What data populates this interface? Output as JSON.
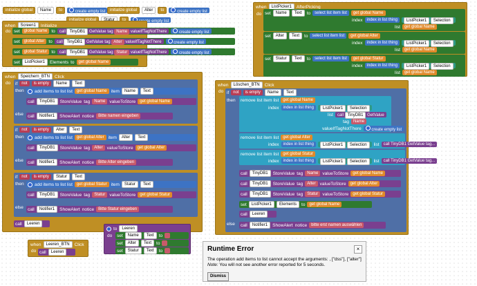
{
  "globals": [
    {
      "kw": "initialize global",
      "name": "Name",
      "to": "to",
      "val": "create empty list"
    },
    {
      "kw": "initialize global",
      "name": "Alter",
      "to": "to",
      "val": "create empty list"
    },
    {
      "kw": "initialize global",
      "name": "Statur",
      "to": "to",
      "val": "create empty list"
    }
  ],
  "screen_init": {
    "when": "when",
    "comp": "Screen1",
    "evt": "Initialize",
    "do": "do",
    "rows": [
      {
        "set": "set",
        "var": "global Name",
        "to": "to",
        "call": "call",
        "db": "TinyDB1",
        "m": "GetValue",
        "tag": "tag",
        "tagval": "Name",
        "vit": "valueIfTagNotThere",
        "v": "create empty list"
      },
      {
        "set": "set",
        "var": "global Alter",
        "to": "to",
        "call": "call",
        "db": "TinyDB1",
        "m": "GetValue",
        "tag": "tag",
        "tagval": "Alter",
        "vit": "valueIfTagNotThere",
        "v": "create empty list"
      },
      {
        "set": "set",
        "var": "global Statur",
        "to": "to",
        "call": "call",
        "db": "TinyDB1",
        "m": "GetValue",
        "tag": "tag",
        "tagval": "Statur",
        "vit": "valueIfTagNotThere",
        "v": "create empty list"
      }
    ],
    "last": {
      "set": "set",
      "comp": "ListPicker1",
      "prop": "Elements",
      "to": "to",
      "get": "get",
      "var": "global Name"
    }
  },
  "picker": {
    "when": "when",
    "comp": "ListPicker1",
    "evt": "AfterPicking",
    "do": "do",
    "rows": [
      {
        "set": "set",
        "var": "Name",
        "prop": "Text",
        "to": "to",
        "sel": "select list item list",
        "get": "get",
        "gvar": "global Name",
        "index": "index",
        "iil": "index in list thing",
        "lp": "ListPicker1",
        "lpprop": "Selection",
        "list": "list",
        "lvar": "global Name"
      },
      {
        "set": "set",
        "var": "Alter",
        "prop": "Text",
        "to": "to",
        "sel": "select list item list",
        "get": "get",
        "gvar": "global Alter",
        "index": "index",
        "iil": "index in list thing",
        "lp": "ListPicker1",
        "lpprop": "Selection",
        "list": "list",
        "lvar": "global Name"
      },
      {
        "set": "set",
        "var": "Statur",
        "prop": "Text",
        "to": "to",
        "sel": "select list item list",
        "get": "get",
        "gvar": "global Statur",
        "index": "index",
        "iil": "index in list thing",
        "lp": "ListPicker1",
        "lpprop": "Selection",
        "list": "list",
        "lvar": "global Name"
      }
    ]
  },
  "speichern": {
    "when": "when",
    "comp": "Speichern_BTN",
    "evt": "Click",
    "do": "do",
    "sections": [
      {
        "if": "if",
        "not": "not",
        "empty": "is empty",
        "f": "Name",
        "fp": "Text",
        "then": "then",
        "add": "add items to list list",
        "get": "get",
        "gv": "global Name",
        "item": "item",
        "call": "call",
        "db": "TinyDB1",
        "sv": "StoreValue",
        "tag": "tag",
        "tv": "Name",
        "vts": "valueToStore",
        "else": "else",
        "notifier": "Notifier1",
        "alert": "ShowAlert",
        "notice": "notice",
        "msg": "Bitte namen eingeben"
      },
      {
        "if": "if",
        "not": "not",
        "empty": "is empty",
        "f": "Alter",
        "fp": "Text",
        "then": "then",
        "add": "add items to list list",
        "get": "get",
        "gv": "global Alter",
        "item": "item",
        "call": "call",
        "db": "TinyDB1",
        "sv": "StoreValue",
        "tag": "tag",
        "tv": "Alter",
        "vts": "valueToStore",
        "else": "else",
        "notifier": "Notifier1",
        "alert": "ShowAlert",
        "notice": "notice",
        "msg": "Bitte Alter eingeben"
      },
      {
        "if": "if",
        "not": "not",
        "empty": "is empty",
        "f": "Statur",
        "fp": "Text",
        "then": "then",
        "add": "add items to list list",
        "get": "get",
        "gv": "global Statur",
        "item": "item",
        "call": "call",
        "db": "TinyDB1",
        "sv": "StoreValue",
        "tag": "tag",
        "tv": "Statur",
        "vts": "valueToStore",
        "else": "else",
        "notifier": "Notifier1",
        "alert": "ShowAlert",
        "notice": "notice",
        "msg": "Bitte Statur eingeben"
      }
    ],
    "final": {
      "call": "call",
      "proc": "Leeren"
    }
  },
  "loeschen": {
    "when": "when",
    "comp": "Löschen_BTN",
    "evt": "Click",
    "do": "do",
    "if": "if",
    "not": "not",
    "empty": "is empty",
    "f": "Name",
    "fp": "Text",
    "then": "then",
    "remove": "remove list item list",
    "get": "get",
    "index": "index",
    "iil": "index in list thing",
    "list": "list",
    "lp": "ListPicker1",
    "lpprop": "Selection",
    "call": "call",
    "db": "TinyDB1",
    "gv": "GetValue",
    "tag": "tag",
    "vit": "valueIfTagNotThere",
    "cel": "create empty list",
    "gvdots": "TinyDB1 GetValue tag...",
    "vars": [
      "global Name",
      "global Alter",
      "global Statur"
    ],
    "tags": [
      "Name",
      "Alter",
      "Statur"
    ],
    "sv": "StoreValue",
    "vts": "valueToStore",
    "setp": {
      "set": "set",
      "comp": "ListPicker1",
      "prop": "Elements",
      "to": "to",
      "var": "global Name"
    },
    "leeren": "Leeren",
    "else": "else",
    "notifier": "Notifier1",
    "alert": "ShowAlert",
    "notice": "notice",
    "msg": "bitte erst namen auswählen"
  },
  "leeren_proc": {
    "to": "to",
    "name": "Leeren",
    "do": "do",
    "rows": [
      {
        "set": "set",
        "comp": "Name",
        "prop": "Text",
        "to": "to"
      },
      {
        "set": "set",
        "comp": "Alter",
        "prop": "Text",
        "to": "to"
      },
      {
        "set": "set",
        "comp": "Statur",
        "prop": "Text",
        "to": "to"
      }
    ]
  },
  "leeren_btn": {
    "when": "when",
    "comp": "Leeren_BTN",
    "evt": "Click",
    "do": "do",
    "call": "call",
    "proc": "Leeren"
  },
  "dialog": {
    "title": "Runtime Error",
    "close": "×",
    "message": "The operation add items to list cannot accept the arguments: , [\"dss\"], [\"alter\"]",
    "note_label": "Note:",
    "note": " You will not see another error reported for 5 seconds.",
    "dismiss": "Dismiss"
  },
  "colors": {
    "event": "#b89020",
    "set": "#2f7a2f",
    "call": "#7a3f8f",
    "list": "#3d73c4",
    "text": "#2f9a86",
    "get": "#e08a2a"
  }
}
